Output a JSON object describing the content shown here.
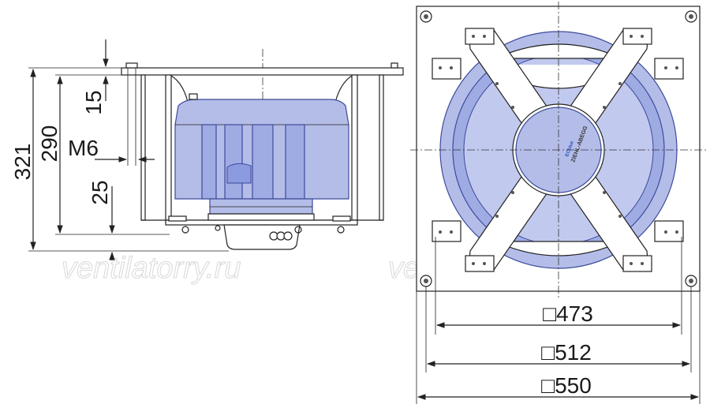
{
  "side_view": {
    "dim_overall": "321",
    "dim_body": "290",
    "dim_flange": "15",
    "dim_thread": "M6",
    "dim_base": "25"
  },
  "front_view": {
    "dim_inner": "□473",
    "dim_holes": "□512",
    "dim_outer": "□550",
    "brand_name": "ZIEHL-ABEGG",
    "brand_series": "ECblue"
  },
  "watermarks": {
    "left": "ventilatorry.ru",
    "right": "ventilatorry.ru"
  },
  "colors": {
    "impeller_fill": "#b4bde8",
    "impeller_stroke": "#3c4b9a",
    "line": "#222222"
  }
}
